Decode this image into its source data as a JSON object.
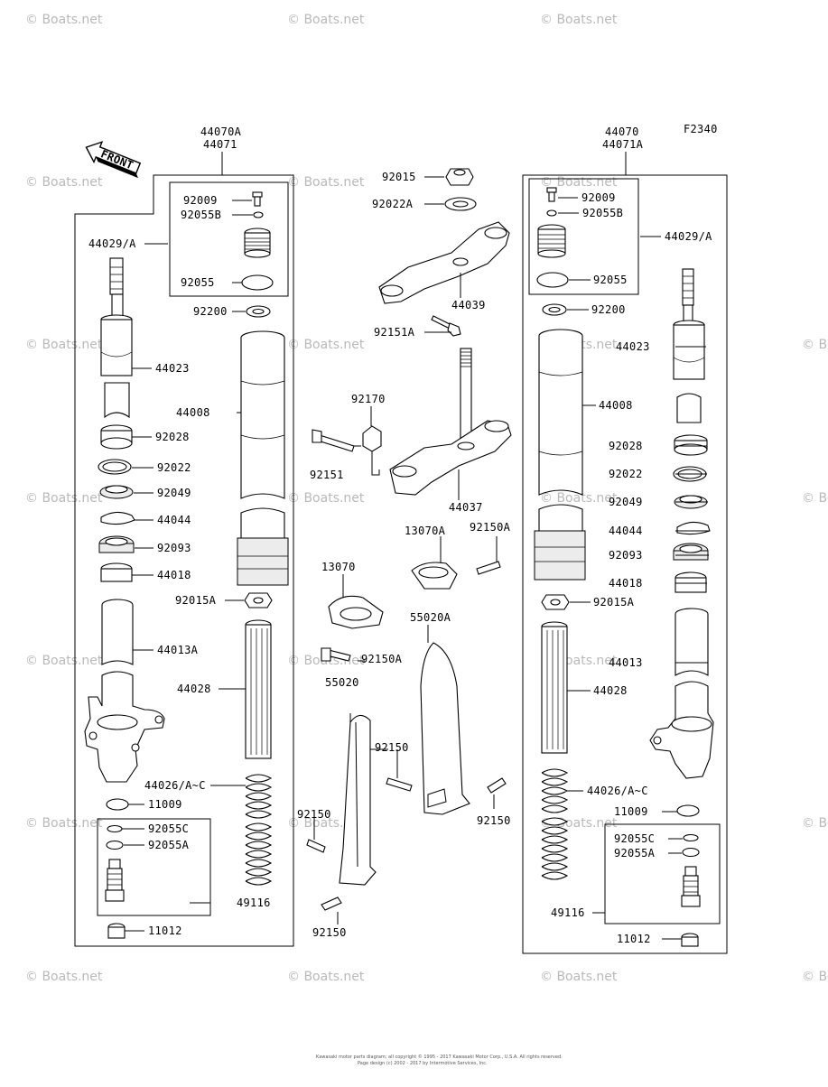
{
  "diagram_code": "F2340",
  "front_label": "FRONT",
  "watermark": "© Boats.net",
  "copyright_lines": [
    "Kawasaki motor parts diagram; all copyright © 1995 - 2017 Kawasaki Motor Corp., U.S.A. All rights reserved.",
    "Page design (c) 2002 - 2017 by Intermotive Services, Inc."
  ],
  "left_assembly": {
    "part_a": "44070A",
    "part_b": "44071"
  },
  "right_assembly": {
    "part_a": "44070",
    "part_b": "44071A"
  },
  "left_labels": {
    "p92009": "92009",
    "p92055B": "92055B",
    "p44029": "44029/A",
    "p92055": "92055",
    "p92200": "92200",
    "p44023": "44023",
    "p44008": "44008",
    "p92028": "92028",
    "p92022": "92022",
    "p92049": "92049",
    "p44044": "44044",
    "p92093": "92093",
    "p44018": "44018",
    "p92015A": "92015A",
    "p44013A": "44013A",
    "p44028": "44028",
    "p44026": "44026/A~C",
    "p11009": "11009",
    "p92055C": "92055C",
    "p92055A": "92055A",
    "p49116": "49116",
    "p11012": "11012"
  },
  "center_labels": {
    "p92015": "92015",
    "p92022A": "92022A",
    "p44039": "44039",
    "p92151A": "92151A",
    "p92170": "92170",
    "p92151": "92151",
    "p44037": "44037",
    "p13070A": "13070A",
    "p92150A_top": "92150A",
    "p13070": "13070",
    "p55020A": "55020A",
    "p92150A": "92150A",
    "p55020": "55020",
    "p92150_mid": "92150",
    "p92150_left": "92150",
    "p92150_right": "92150",
    "p92150_bottom": "92150"
  },
  "right_labels": {
    "p92009": "92009",
    "p92055B": "92055B",
    "p44029": "44029/A",
    "p92055": "92055",
    "p92200": "92200",
    "p44023": "44023",
    "p44008": "44008",
    "p92028": "92028",
    "p92022": "92022",
    "p92049": "92049",
    "p44044": "44044",
    "p92093": "92093",
    "p44018": "44018",
    "p92015A": "92015A",
    "p44013": "44013",
    "p44028": "44028",
    "p44026": "44026/A~C",
    "p11009": "11009",
    "p92055C": "92055C",
    "p92055A": "92055A",
    "p49116": "49116",
    "p11012": "11012"
  }
}
